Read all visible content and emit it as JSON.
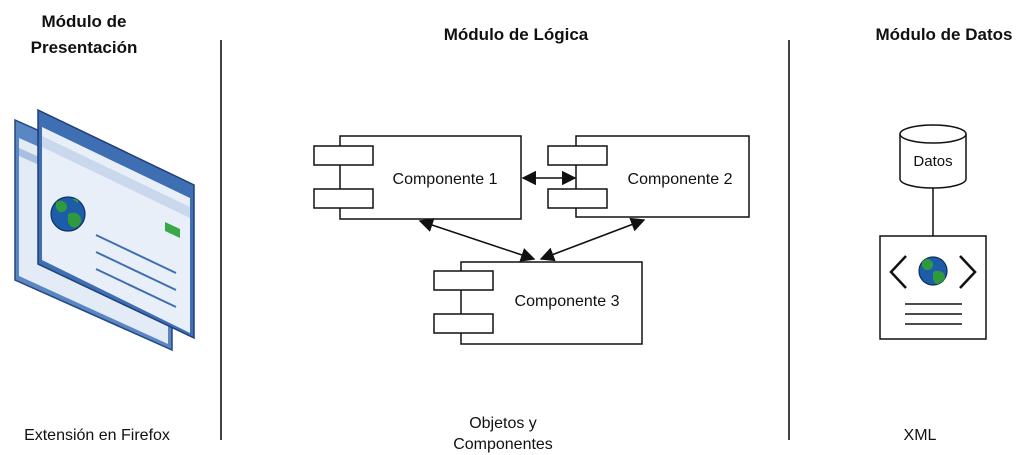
{
  "headers": {
    "presentation_line1": "Módulo de",
    "presentation_line2": "Presentación",
    "logic": "Módulo de Lógica",
    "data": "Módulo de Datos"
  },
  "components": {
    "c1": "Componente 1",
    "c2": "Componente 2",
    "c3": "Componente 3"
  },
  "datastore": {
    "label": "Datos"
  },
  "captions": {
    "presentation": "Extensión en Firefox",
    "logic_line1": "Objetos y",
    "logic_line2": "Componentes",
    "data": "XML"
  },
  "colors": {
    "window_blue": "#3f6fb3",
    "window_light": "#dfe9f5",
    "globe_blue": "#1c5ca8",
    "globe_green": "#2f9a3b",
    "stroke": "#111111"
  },
  "icons": {
    "browser": "browser-window-icon",
    "database": "database-icon",
    "xml": "xml-document-icon"
  }
}
